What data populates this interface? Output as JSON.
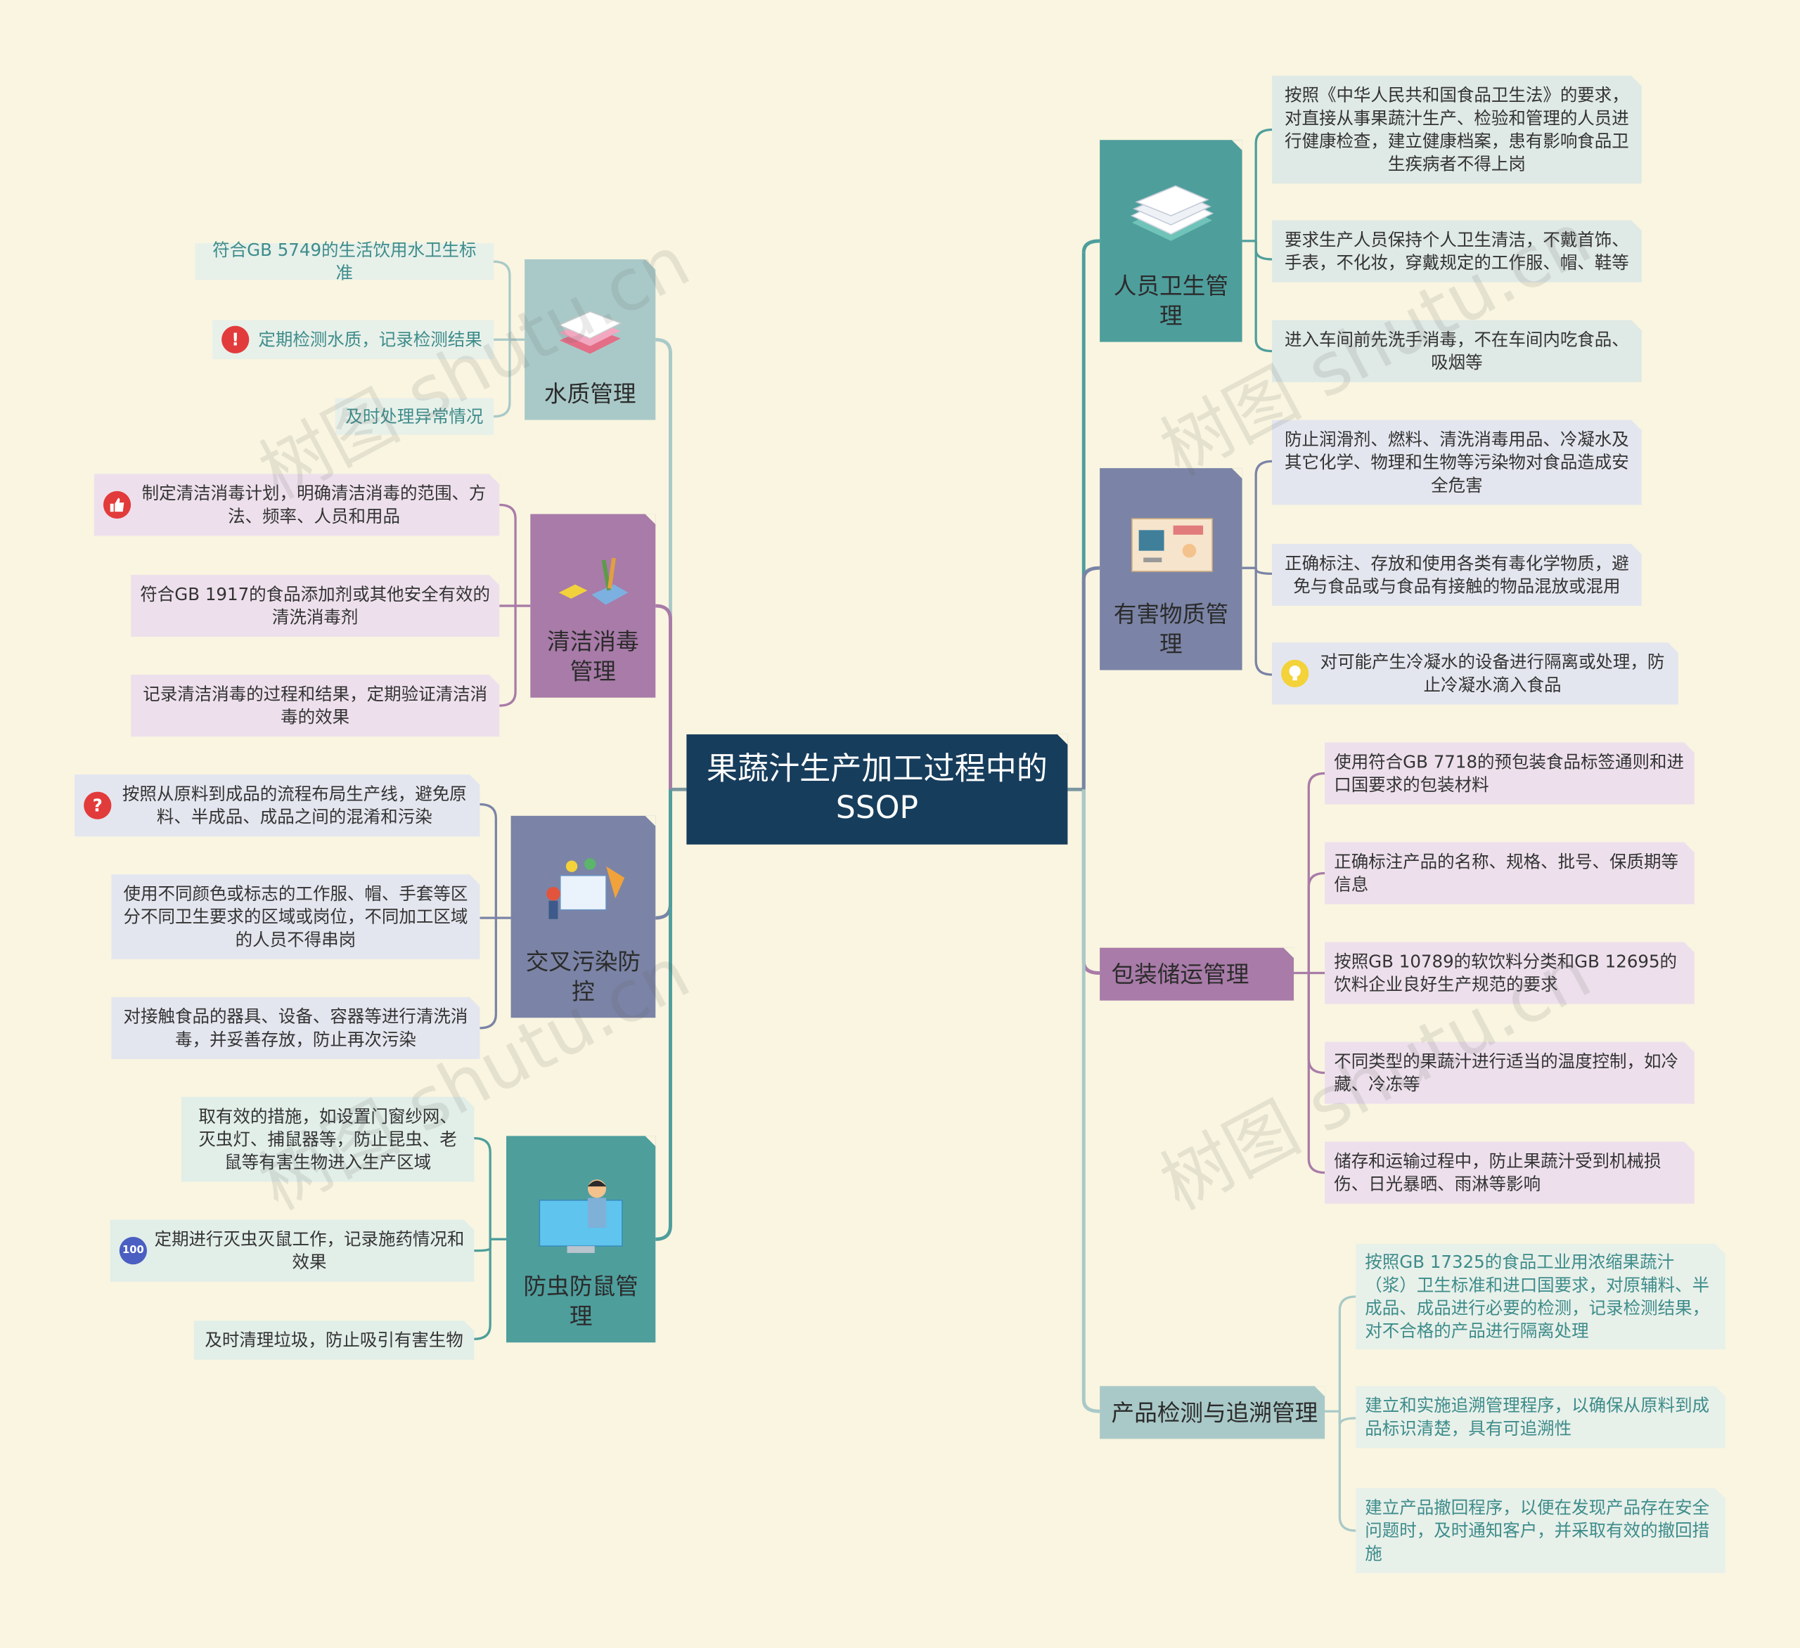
{
  "root": {
    "title_line1": "果蔬汁生产加工过程中的",
    "title_line2": "SSOP"
  },
  "branches": {
    "water": {
      "label": "水质管理",
      "icon": "books-icon",
      "leaves": [
        "符合GB 5749的生活饮用水卫生标准",
        "定期检测水质，记录检测结果",
        "及时处理异常情况"
      ]
    },
    "cleaning": {
      "label": "清洁消毒管理",
      "icon": "pencils-icon",
      "leaves": [
        "制定清洁消毒计划，明确清洁消毒的范围、方法、频率、人员和用品",
        "符合GB 1917的食品添加剂或其他安全有效的清洗消毒剂",
        "记录清洁消毒的过程和结果，定期验证清洁消毒的效果"
      ]
    },
    "cross": {
      "label": "交叉污染防控",
      "icon": "workspace-icon",
      "leaves": [
        "按照从原料到成品的流程布局生产线，避免原料、半成品、成品之间的混淆和污染",
        "使用不同颜色或标志的工作服、帽、手套等区分不同卫生要求的区域或岗位，不同加工区域的人员不得串岗",
        "对接触食品的器具、设备、容器等进行清洗消毒，并妥善存放，防止再次污染"
      ]
    },
    "pest": {
      "label": "防虫防鼠管理",
      "icon": "presenter-icon",
      "leaves": [
        "取有效的措施，如设置门窗纱网、灭虫灯、捕鼠器等，防止昆虫、老鼠等有害生物进入生产区域",
        "定期进行灭虫灭鼠工作，记录施药情况和效果",
        "及时清理垃圾，防止吸引有害生物"
      ]
    },
    "personnel": {
      "label": "人员卫生管理",
      "icon": "papers-icon",
      "leaves": [
        "按照《中华人民共和国食品卫生法》的要求，对直接从事果蔬汁生产、检验和管理的人员进行健康检查，建立健康档案，患有影响食品卫生疾病者不得上岗",
        "要求生产人员保持个人卫生清洁，不戴首饰、手表，不化妆，穿戴规定的工作服、帽、鞋等",
        "进入车间前先洗手消毒，不在车间内吃食品、吸烟等"
      ]
    },
    "hazard": {
      "label": "有害物质管理",
      "icon": "desk-icon",
      "leaves": [
        "防止润滑剂、燃料、清洗消毒用品、冷凝水及其它化学、物理和生物等污染物对食品造成安全危害",
        "正确标注、存放和使用各类有毒化学物质，避免与食品或与食品有接触的物品混放或混用",
        "对可能产生冷凝水的设备进行隔离或处理，防止冷凝水滴入食品"
      ]
    },
    "packaging": {
      "label": "包装储运管理",
      "leaves": [
        "使用符合GB 7718的预包装食品标签通则和进口国要求的包装材料",
        "正确标注产品的名称、规格、批号、保质期等信息",
        "按照GB 10789的软饮料分类和GB 12695的饮料企业良好生产规范的要求",
        "不同类型的果蔬汁进行适当的温度控制，如冷藏、冷冻等",
        "储存和运输过程中，防止果蔬汁受到机械损伤、日光暴晒、雨淋等影响"
      ]
    },
    "testing": {
      "label": "产品检测与追溯管理",
      "leaves": [
        "按照GB 17325的食品工业用浓缩果蔬汁（浆）卫生标准和进口国要求，对原辅料、半成品、成品进行必要的检测，记录检测结果，对不合格的产品进行隔离处理",
        "建立和实施追溯管理程序，以确保从原料到成品标识清楚，具有可追溯性",
        "建立产品撤回程序，以便在发现产品存在安全问题时，及时通知客户，并采取有效的撤回措施"
      ]
    }
  },
  "badges": {
    "score": "100",
    "question": "?",
    "exclaim": "!"
  },
  "watermark": "树图 shutu.cn",
  "colors": {
    "root": "#173d5c",
    "teal": "#4e9e9c",
    "slate": "#7b84a6",
    "purple": "#a87ba8",
    "light_teal": "#a9c9c8",
    "light_purple": "#ede0ec",
    "light_slate": "#e4e6ef",
    "light_green": "#e8f0ea",
    "background": "#f9f5e0"
  }
}
